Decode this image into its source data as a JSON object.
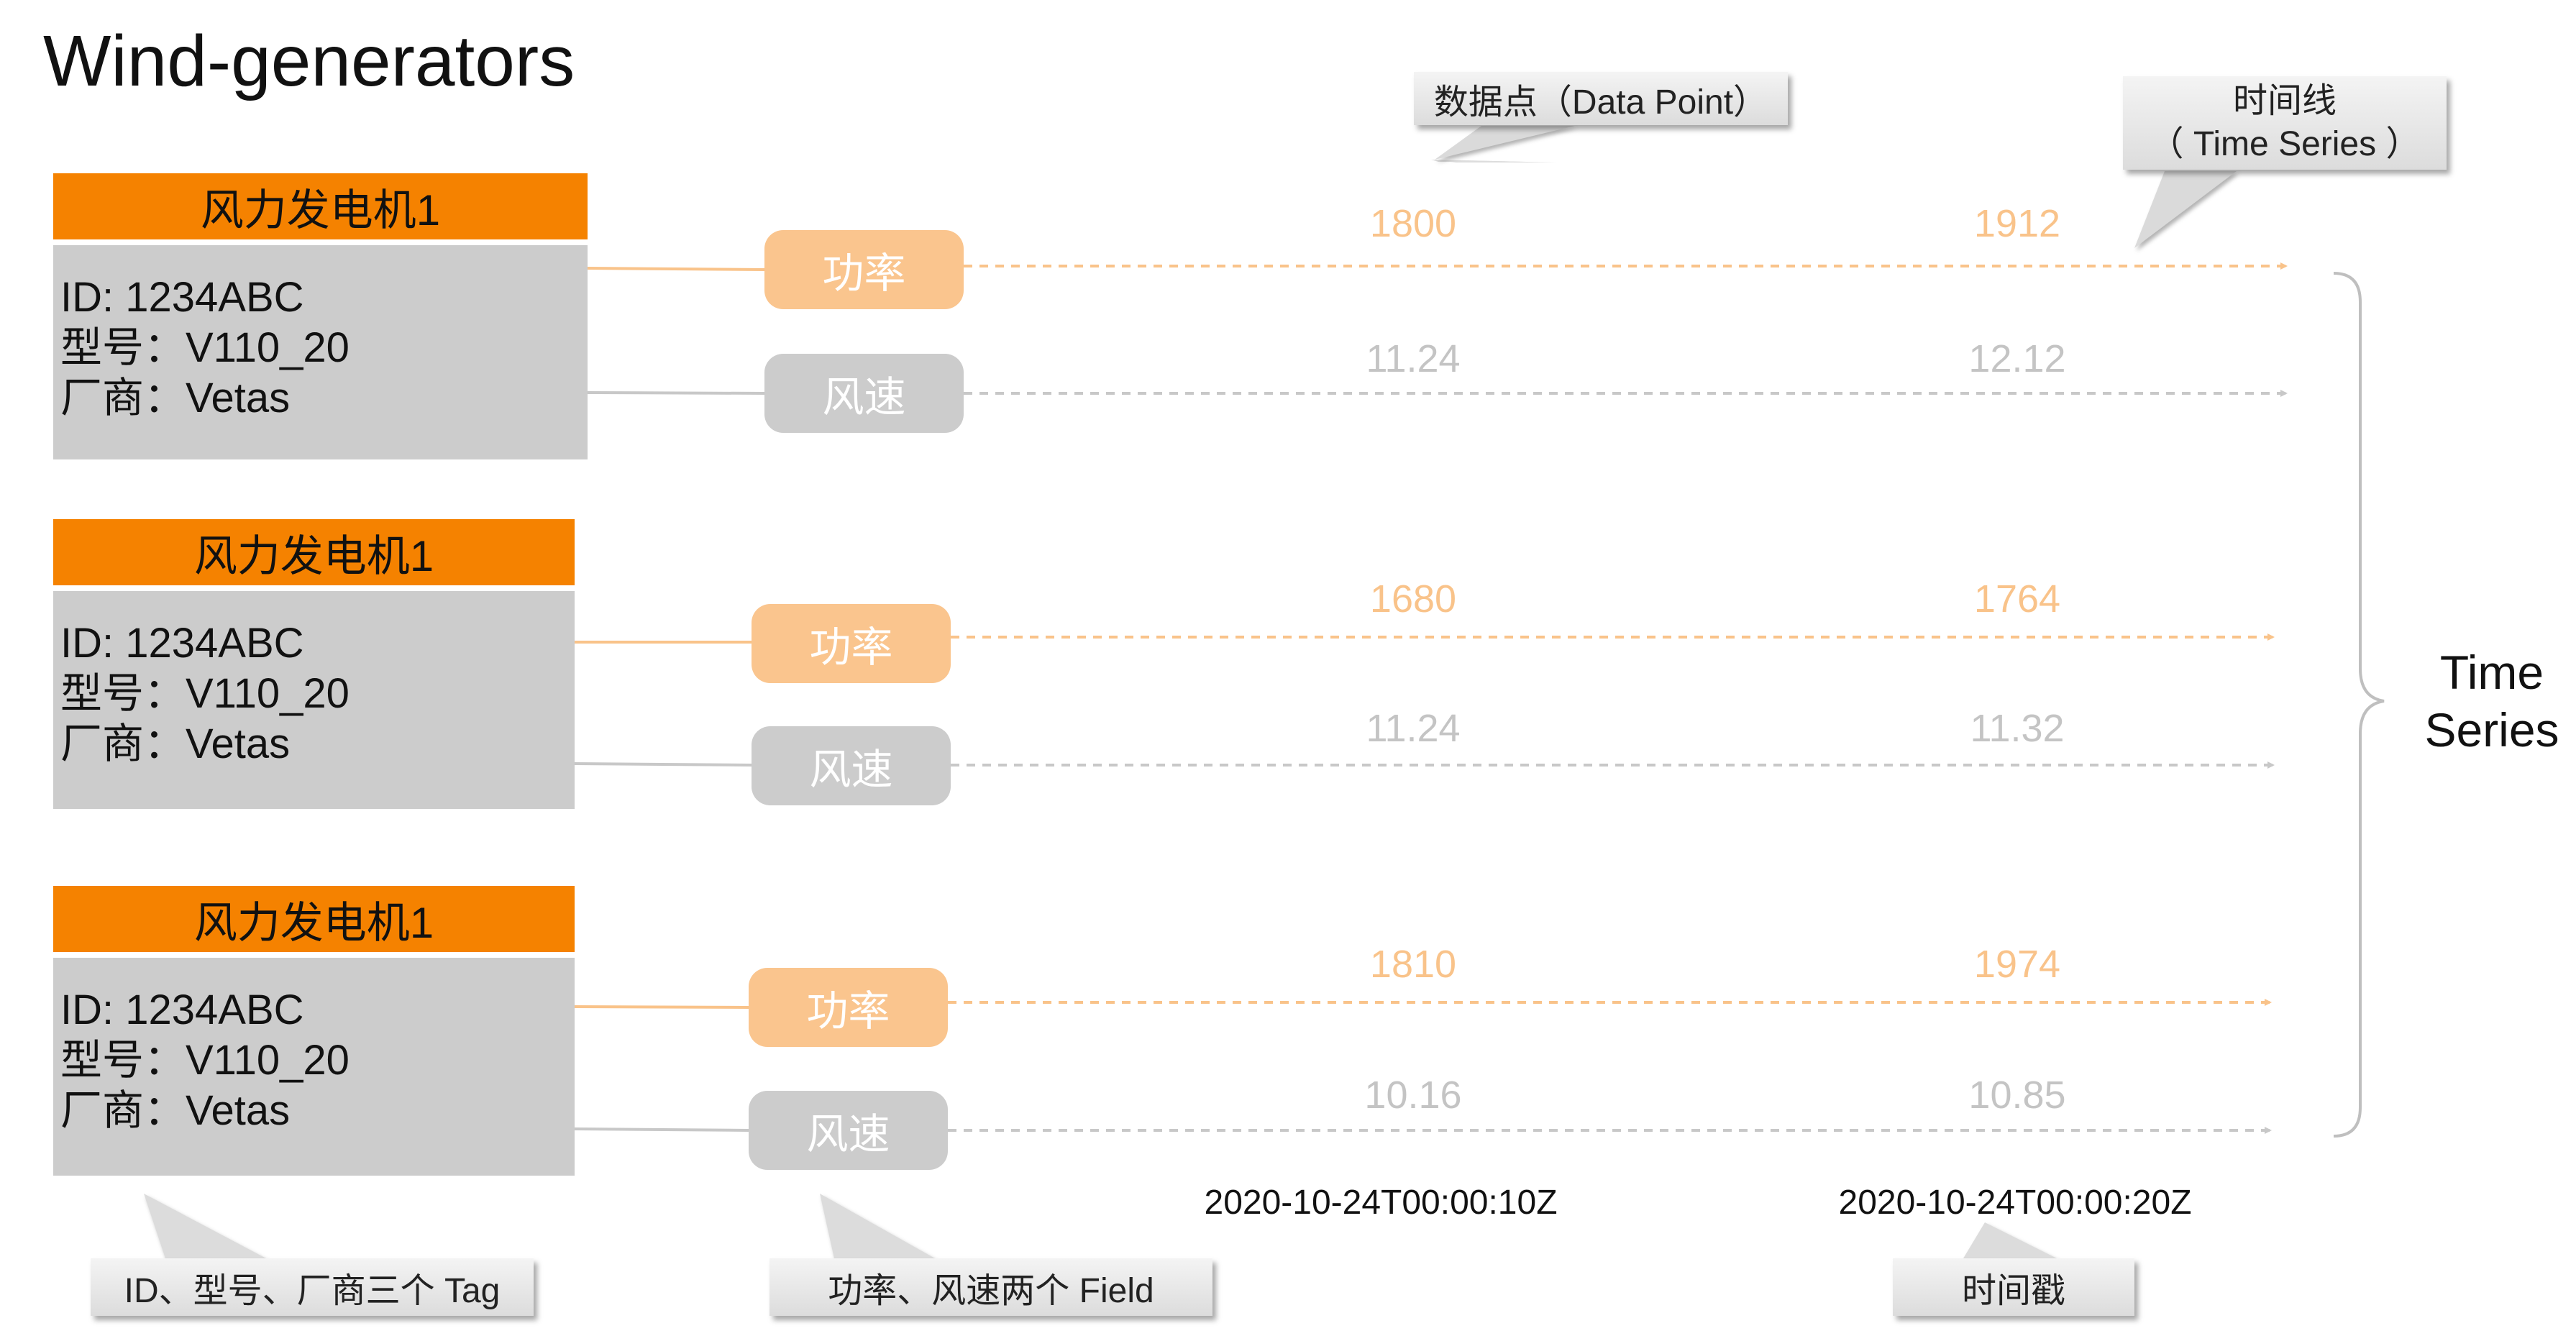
{
  "title": "Wind-generators",
  "generators": [
    {
      "name": "风力发电机1",
      "id_row": "ID:  1234ABC",
      "model_row": "型号：V110_20",
      "vendor_row": "厂商：Vetas",
      "power": {
        "label": "功率",
        "v1": "1800",
        "v2": "1912"
      },
      "wind": {
        "label": "风速",
        "v1": "11.24",
        "v2": "12.12"
      }
    },
    {
      "name": "风力发电机1",
      "id_row": "ID:  1234ABC",
      "model_row": "型号：V110_20",
      "vendor_row": "厂商：Vetas",
      "power": {
        "label": "功率",
        "v1": "1680",
        "v2": "1764"
      },
      "wind": {
        "label": "风速",
        "v1": "11.24",
        "v2": "11.32"
      }
    },
    {
      "name": "风力发电机1",
      "id_row": "ID:  1234ABC",
      "model_row": "型号：V110_20",
      "vendor_row": "厂商：Vetas",
      "power": {
        "label": "功率",
        "v1": "1810",
        "v2": "1974"
      },
      "wind": {
        "label": "风速",
        "v1": "10.16",
        "v2": "10.85"
      }
    }
  ],
  "timestamps": [
    "2020-10-24T00:00:10Z",
    "2020-10-24T00:00:20Z"
  ],
  "callouts": {
    "data_point": "数据点（Data Point）",
    "time_series_line1": "时间线",
    "time_series_line2": "（ Time Series ）",
    "tags": "ID、型号、厂商三个 Tag",
    "fields": "功率、风速两个 Field",
    "timestamp": "时间戳"
  },
  "brace_label_line1": "Time",
  "brace_label_line2": "Series",
  "colors": {
    "accent": "#F58200",
    "power_pill": "#FAC58E",
    "power_value": "#F9C38A",
    "gray_box": "#CCCCCC",
    "wind_value": "#C4C4C4"
  }
}
